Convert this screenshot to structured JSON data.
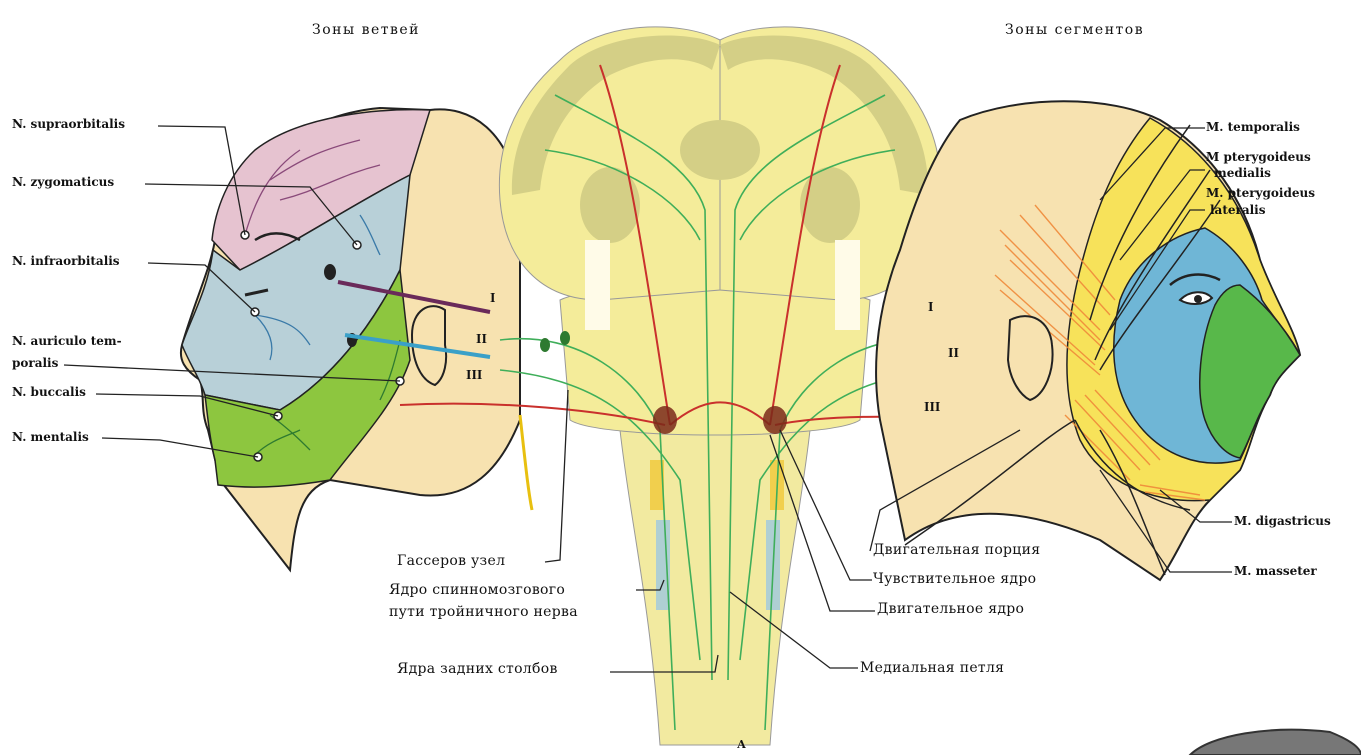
{
  "headers": {
    "left": "Зоны ветвей",
    "right": "Зоны сегментов"
  },
  "left_labels": {
    "supraorbitalis": "N. supraorbitalis",
    "zygomaticus": "N. zygomaticus",
    "infraorbitalis": "N. infraorbitalis",
    "auriculotemporalis_1": "N. auriculo tem-",
    "auriculotemporalis_2": "poralis",
    "buccalis": "N. buccalis",
    "mentalis": "N. mentalis"
  },
  "right_labels": {
    "temporalis": "M. temporalis",
    "pterygoideus_medialis_1": "M pterygoideus",
    "pterygoideus_medialis_2": "medialis",
    "pterygoideus_lateralis_1": "M. pterygoideus",
    "pterygoideus_lateralis_2": "lateralis",
    "digastricus": "M. digastricus",
    "masseter": "M. masseter"
  },
  "branch_numerals": {
    "left": [
      "I",
      "II",
      "III"
    ],
    "right": [
      "I",
      "II",
      "III"
    ]
  },
  "center_labels": {
    "gasser": "Гассеров узел",
    "spinal_nucleus_1": "Ядро спинномозгового",
    "spinal_nucleus_2": "пути тройничного нерва",
    "posterior_columns": "Ядра задних столбов",
    "motor_portion": "Двигательная порция",
    "sensory_nucleus": "Чувствительное ядро",
    "motor_nucleus": "Двигательное ядро",
    "medial_lemniscus": "Медиальная петля"
  },
  "bottom_letter": "А",
  "colors": {
    "supraorbital_zone": "#e6c3d0",
    "maxillary_zone": "#b8d0d8",
    "mandibular_zone": "#8dc63f",
    "skin": "#f7e2b0",
    "brain": "#f4ec9a",
    "cortex": "#d4cf86",
    "nerve_green": "#3fae5a",
    "nerve_red": "#c9302c",
    "segment_yellow": "#f7e25a",
    "segment_blue": "#6fb6d6",
    "segment_green": "#58b84a",
    "muscle_orange": "#f08a3a"
  }
}
